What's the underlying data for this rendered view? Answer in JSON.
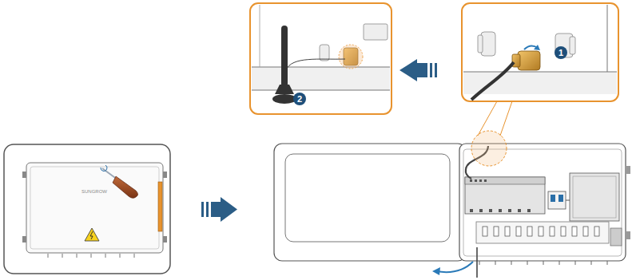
{
  "diagram": {
    "labels": [
      "1",
      "2",
      "SUNGROW"
    ]
  }
}
